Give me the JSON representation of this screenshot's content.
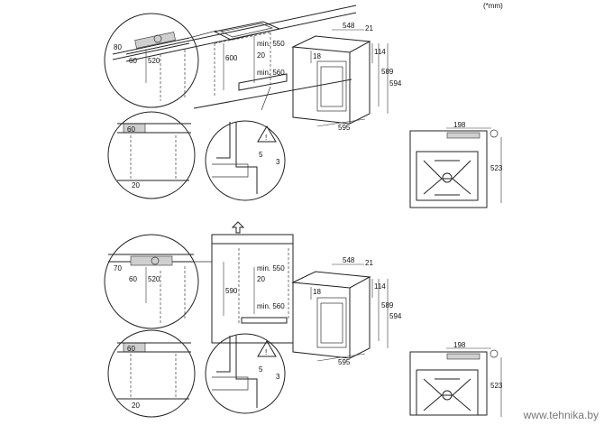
{
  "unit_note": "(*mm)",
  "watermark": "www.tehnika.by",
  "top": {
    "d80": "80",
    "d60a": "60",
    "d520": "520",
    "d600": "600",
    "dmin550": "min. 550",
    "d20": "20",
    "dmin560": "min. 560",
    "d548": "548",
    "d21": "21",
    "d18": "18",
    "d114": "114",
    "d589": "589",
    "d594": "594",
    "d595": "595",
    "d60b": "60",
    "d20b": "20",
    "d5": "5",
    "d3": "3",
    "d198": "198",
    "d523": "523"
  },
  "bottom": {
    "d70": "70",
    "d60a": "60",
    "d520": "520",
    "d590": "590",
    "dmin550": "min. 550",
    "d20": "20",
    "dmin560": "min. 560",
    "d548": "548",
    "d21": "21",
    "d18": "18",
    "d114": "114",
    "d589": "589",
    "d594": "594",
    "d595": "595",
    "d60b": "60",
    "d20b": "20",
    "d5": "5",
    "d3": "3",
    "d198": "198",
    "d523": "523"
  }
}
